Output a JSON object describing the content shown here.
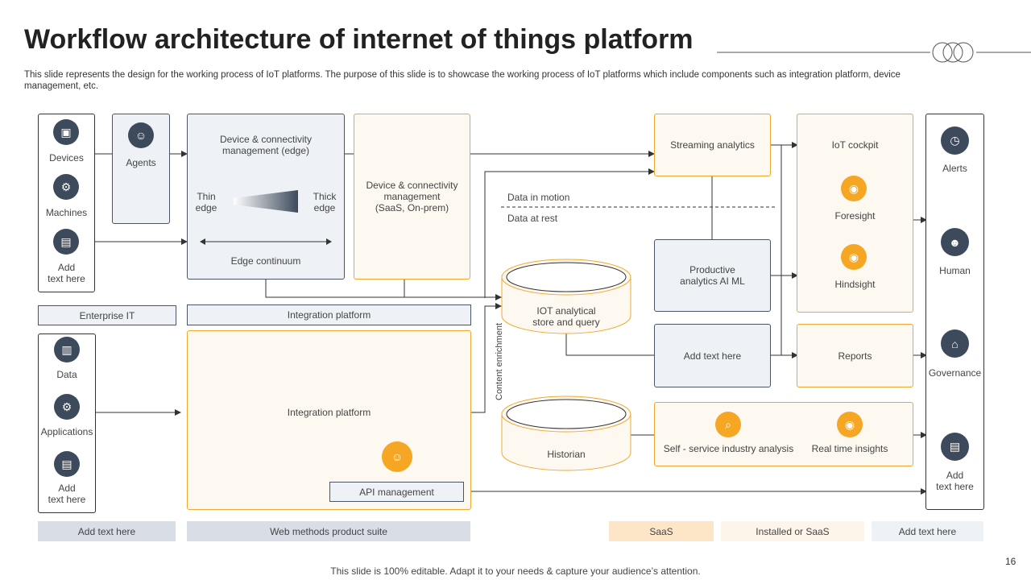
{
  "header": {
    "title": "Workflow architecture of internet of things platform",
    "subtitle": "This slide represents the design for the working process of IoT platforms. The purpose of this slide is to showcase the working process of IoT platforms which include components such as integration platform, device management, etc."
  },
  "left_top": {
    "devices": "Devices",
    "machines": "Machines",
    "add_text": "Add\ntext here"
  },
  "agents": "Agents",
  "edge": {
    "title": "Device & connectivity\nmanagement (edge)",
    "thin": "Thin\nedge",
    "thick": "Thick\nedge",
    "continuum": "Edge continuum"
  },
  "saas_box": "Device & connectivity\nmanagement\n(SaaS, On-prem)",
  "enterprise_it": "Enterprise IT",
  "integration_bar": "Integration platform",
  "left_bottom": {
    "data": "Data",
    "applications": "Applications",
    "add_text": "Add\ntext here"
  },
  "integration_box": "Integration platform",
  "api_management": "API management",
  "content_enrichment": "Content enrichment",
  "data_in_motion": "Data in motion",
  "data_at_rest": "Data at rest",
  "iot_store": "IOT analytical\nstore and query",
  "historian": "Historian",
  "streaming": "Streaming analytics",
  "predictive": "Productive\nanalytics AI ML",
  "add_text_mid": "Add text here",
  "cockpit": {
    "title": "IoT cockpit",
    "foresight": "Foresight",
    "hindsight": "Hindsight"
  },
  "reports": "Reports",
  "self_service": "Self - service industry analysis",
  "realtime": "Real time insights",
  "right_col": {
    "alerts": "Alerts",
    "human": "Human",
    "governance": "Governance",
    "add_text": "Add\ntext here"
  },
  "bottom_bars": {
    "add_text_left": "Add text here",
    "webmethods": "Web methods product suite",
    "saas": "SaaS",
    "installed": "Installed or SaaS",
    "add_text_right": "Add text here"
  },
  "footer": "This slide is 100% editable. Adapt it to your needs & capture your audience’s attention.",
  "page_number": "16",
  "colors": {
    "accent": "#f5a623",
    "dark": "#3d4a5c",
    "grey_fill": "#eef2f6",
    "orange_fill": "#fdf8f0",
    "orange_border": "#f0a830"
  }
}
